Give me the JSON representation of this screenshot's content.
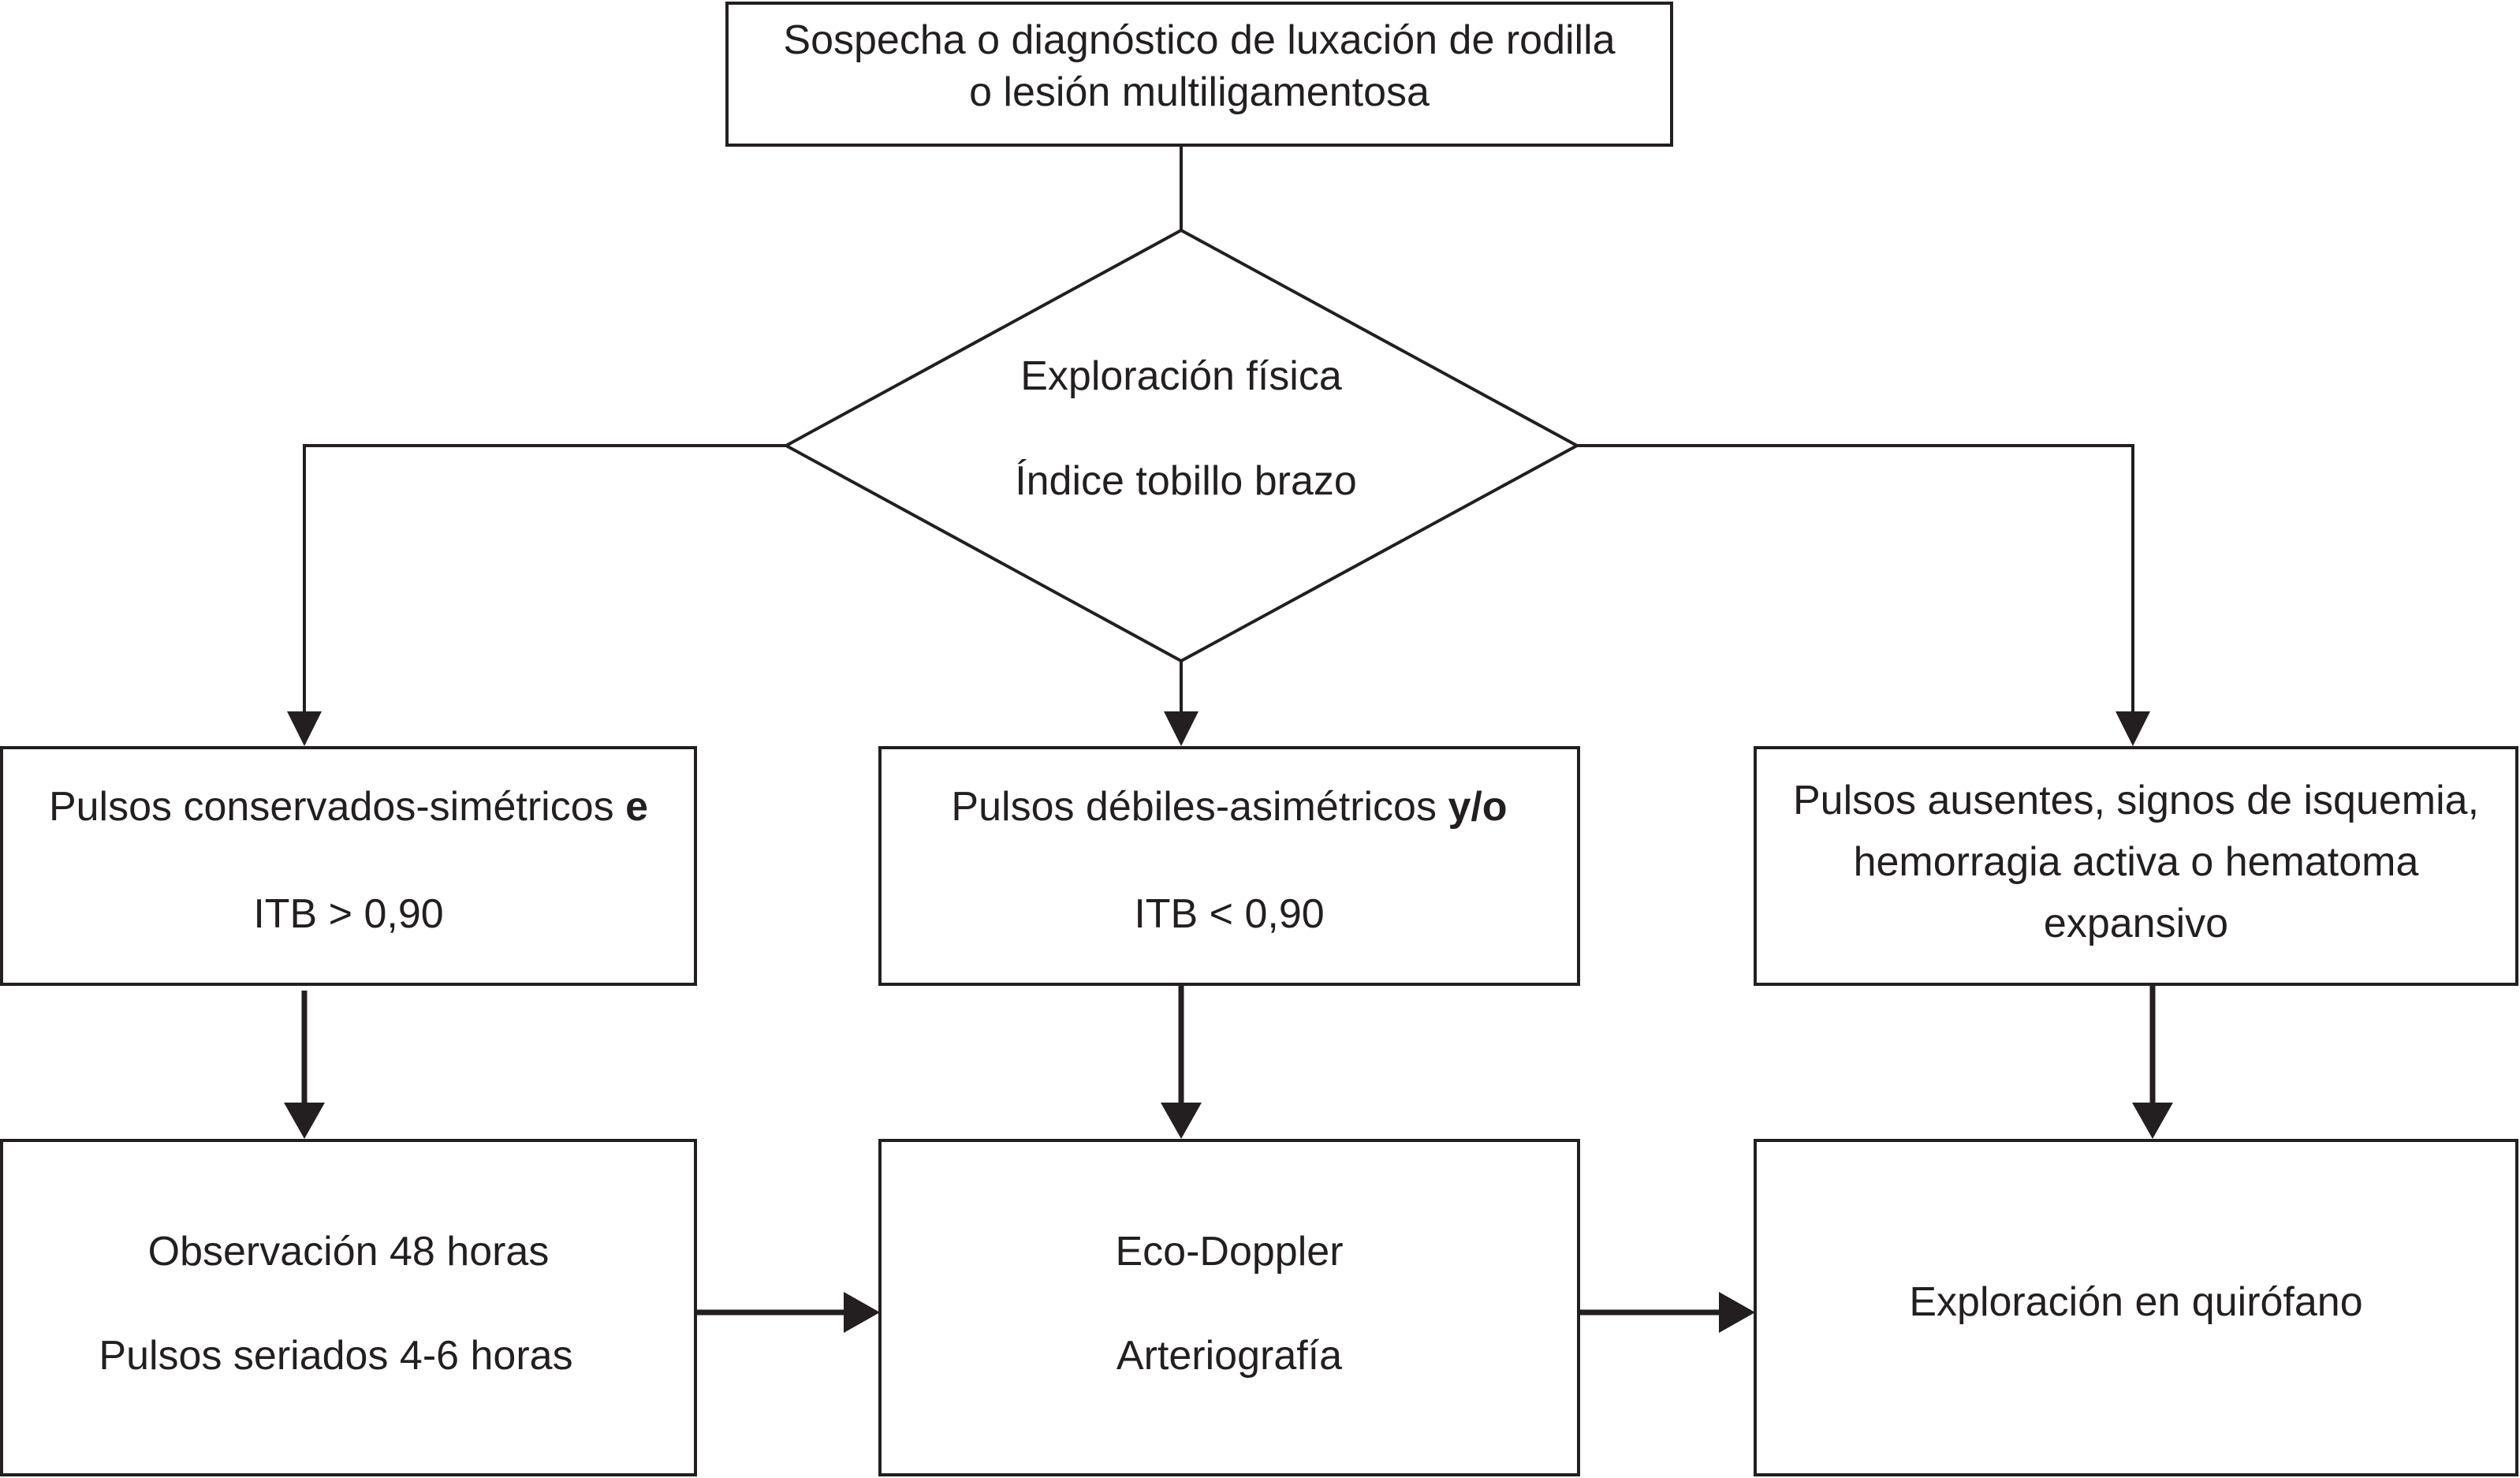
{
  "nodes": {
    "start": {
      "line1": "Sospecha o diagnóstico de luxación de rodilla",
      "line2": "o lesión multiligamentosa"
    },
    "decision": {
      "line1": "Exploración física",
      "line2": "Índice tobillo brazo"
    },
    "left": {
      "line1_text": "Pulsos conservados-simétricos ",
      "line1_bold": "e",
      "line2": "ITB > 0,90"
    },
    "middle": {
      "line1_text": "Pulsos débiles-asimétricos ",
      "line1_bold": "y/o",
      "line2": "ITB < 0,90"
    },
    "right": {
      "line1": "Pulsos ausentes, signos de isquemia,",
      "line2": "hemorragia activa o hematoma",
      "line3": "expansivo"
    },
    "observation": {
      "line1": "Observación 48 horas",
      "line2": "Pulsos seriados 4-6 horas"
    },
    "imaging": {
      "line1": "Eco-Doppler",
      "line2": "Arteriografía"
    },
    "surgery": {
      "line1": "Exploración en quirófano"
    }
  }
}
